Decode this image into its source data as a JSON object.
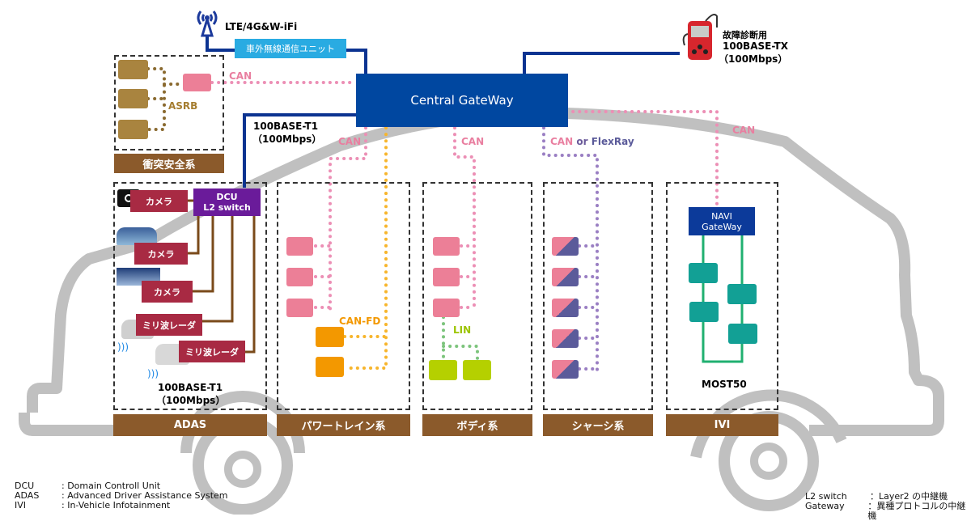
{
  "title": "車載ネットワーク構成図",
  "wireless": {
    "antenna_label": "LTE/4G&W-iFi",
    "unit_label": "車外無線通信ユニット",
    "unit_color": "#29abe2"
  },
  "diagnostic": {
    "label_line1": "故障診断用",
    "label_line2": "100BASE-TX",
    "label_line3": "（100Mbps）"
  },
  "central_gateway": {
    "label": "Central GateWay",
    "color": "#0047a0"
  },
  "links": {
    "can": "CAN",
    "can_or": "CAN",
    "or_word": "or",
    "flexray": "FlexRay",
    "can_fd": "CAN-FD",
    "lin": "LIN",
    "most": "MOST50",
    "t1_top_line1": "100BASE-T1",
    "t1_top_line2": "（100Mbps）",
    "t1_bottom_line1": "100BASE-T1",
    "t1_bottom_line2": "（100Mbps）"
  },
  "collision": {
    "sub_label": "ASRB",
    "band": "衝突安全系"
  },
  "adas": {
    "band": "ADAS",
    "dcu_line1": "DCU",
    "dcu_line2": "L2 switch",
    "devices": [
      "カメラ",
      "カメラ",
      "カメラ",
      "ミリ波レーダ",
      "ミリ波レーダ"
    ]
  },
  "domains": {
    "powertrain": "パワートレイン系",
    "body": "ボディ系",
    "chassis": "シャーシ系",
    "ivi": "IVI"
  },
  "ivi": {
    "navi_line1": "NAVI",
    "navi_line2": "GateWay"
  },
  "legend_left": [
    {
      "key": "DCU",
      "value": ": Domain Controll Unit"
    },
    {
      "key": "ADAS",
      "value": ": Advanced Driver Assistance System"
    },
    {
      "key": "IVI",
      "value": ": In-Vehicle Infotainment"
    }
  ],
  "legend_right": [
    {
      "key": "L2 switch",
      "value": "：Layer2 の中継機"
    },
    {
      "key": "Gateway",
      "value": "：異種プロトコルの中継機"
    }
  ],
  "colors": {
    "can": "#ec8fb5",
    "can_fd": "#f7b52c",
    "lin": "#7cc47c",
    "flexray": "#9a7fc3",
    "ethernet": "#0c3391",
    "ethernet_adas": "#7a4a1a",
    "most": "#20b070",
    "domain_band": "#8b5a2b"
  }
}
